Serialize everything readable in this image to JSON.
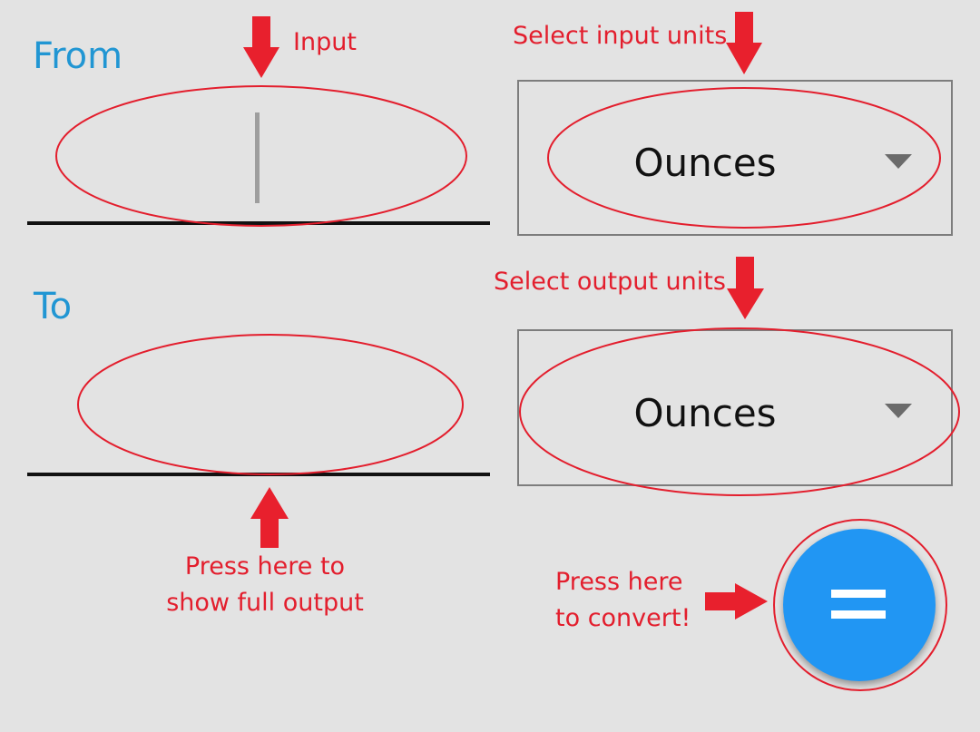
{
  "from": {
    "label": "From",
    "input_value": ""
  },
  "to": {
    "label": "To",
    "output_value": ""
  },
  "input_unit": {
    "selected": "Ounces"
  },
  "output_unit": {
    "selected": "Ounces"
  },
  "convert_button": {
    "icon": "equals-icon"
  },
  "annotations": {
    "input": "Input",
    "select_input_units": "Select input units",
    "select_output_units": "Select output units",
    "show_output_line1": "Press here to",
    "show_output_line2": "show full output",
    "convert_line1": "Press here",
    "convert_line2": "to convert!"
  },
  "colors": {
    "background": "#e3e3e3",
    "label_blue": "#2196d3",
    "fab_blue": "#2196f3",
    "annotation_red": "#e31e2d"
  }
}
